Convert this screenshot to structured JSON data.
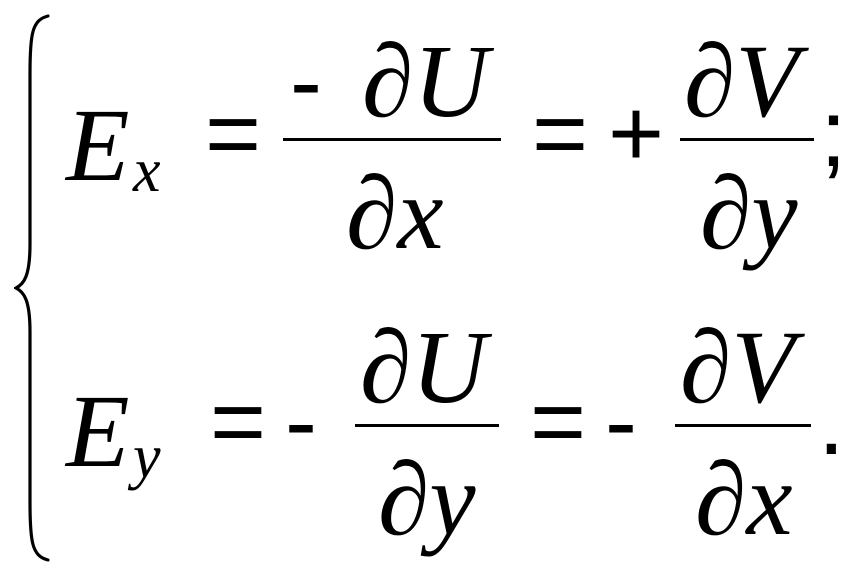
{
  "equation": {
    "row1": {
      "lhs_symbol": "E",
      "lhs_subscript": "x",
      "equals_1": "=",
      "frac1": {
        "sign": "-",
        "numerator": "∂U",
        "denominator": "∂x"
      },
      "equals_2": "=",
      "sign_2": "+",
      "frac2": {
        "numerator": "∂V",
        "denominator": "∂y"
      },
      "terminator": ";"
    },
    "row2": {
      "lhs_symbol": "E",
      "lhs_subscript": "y",
      "equals_1": "=",
      "sign_1": "-",
      "frac1": {
        "numerator": "∂U",
        "denominator": "∂y"
      },
      "equals_2": "=",
      "sign_2": "-",
      "frac2": {
        "numerator": "∂V",
        "denominator": "∂x"
      },
      "terminator": "."
    }
  }
}
